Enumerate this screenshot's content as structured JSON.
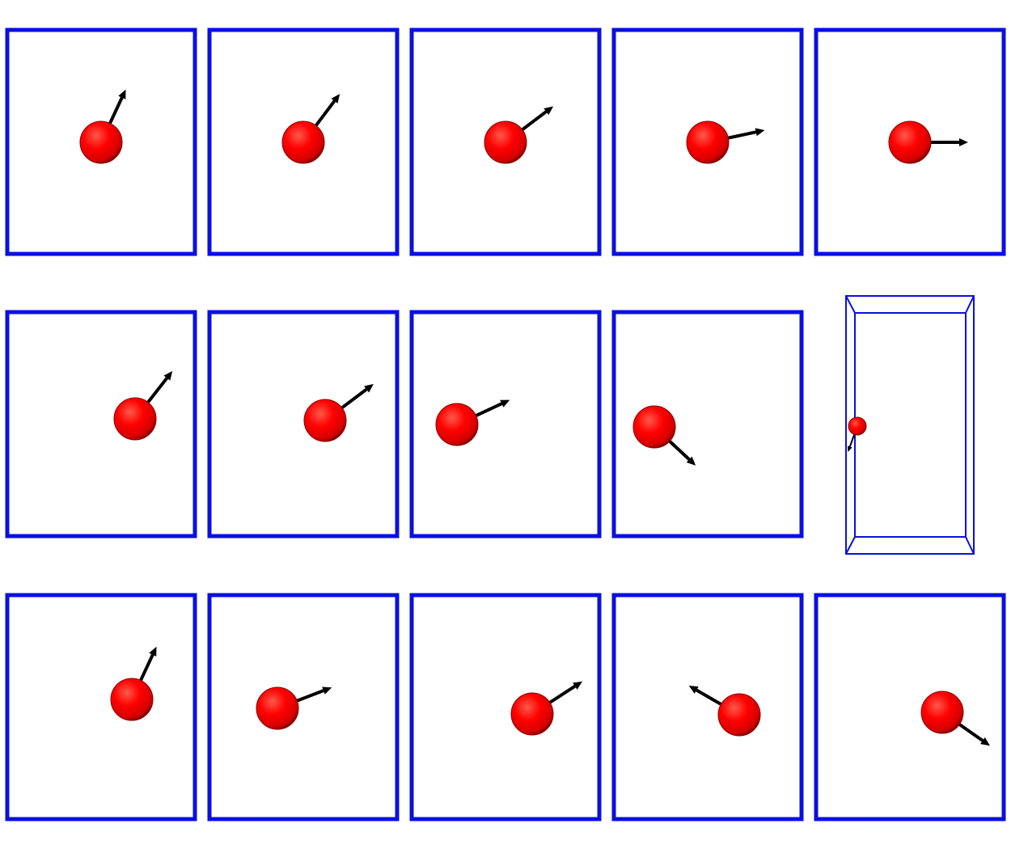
{
  "colors": {
    "frame": "#0a10e0",
    "ball": "#ff0000",
    "ball_edge": "#8a0000",
    "arrow": "#000000",
    "background": "#ffffff"
  },
  "panels": [
    {
      "row": 1,
      "col": 1,
      "kind": "frame",
      "arrow_direction_deg": 65
    },
    {
      "row": 1,
      "col": 2,
      "kind": "frame",
      "arrow_direction_deg": 53
    },
    {
      "row": 1,
      "col": 3,
      "kind": "frame",
      "arrow_direction_deg": 37
    },
    {
      "row": 1,
      "col": 4,
      "kind": "frame",
      "arrow_direction_deg": 12
    },
    {
      "row": 1,
      "col": 5,
      "kind": "frame",
      "arrow_direction_deg": 0
    },
    {
      "row": 2,
      "col": 1,
      "kind": "frame",
      "arrow_direction_deg": 52
    },
    {
      "row": 2,
      "col": 2,
      "kind": "frame",
      "arrow_direction_deg": 37
    },
    {
      "row": 2,
      "col": 3,
      "kind": "frame",
      "arrow_direction_deg": 25
    },
    {
      "row": 2,
      "col": 4,
      "kind": "frame",
      "arrow_direction_deg": -43
    },
    {
      "row": 2,
      "col": 5,
      "kind": "box-3d",
      "arrow_direction_deg": -110
    },
    {
      "row": 3,
      "col": 1,
      "kind": "frame",
      "arrow_direction_deg": 65
    },
    {
      "row": 3,
      "col": 2,
      "kind": "frame",
      "arrow_direction_deg": 21
    },
    {
      "row": 3,
      "col": 3,
      "kind": "frame",
      "arrow_direction_deg": 33
    },
    {
      "row": 3,
      "col": 4,
      "kind": "frame",
      "arrow_direction_deg": 150
    },
    {
      "row": 3,
      "col": 5,
      "kind": "frame",
      "arrow_direction_deg": -35
    }
  ]
}
